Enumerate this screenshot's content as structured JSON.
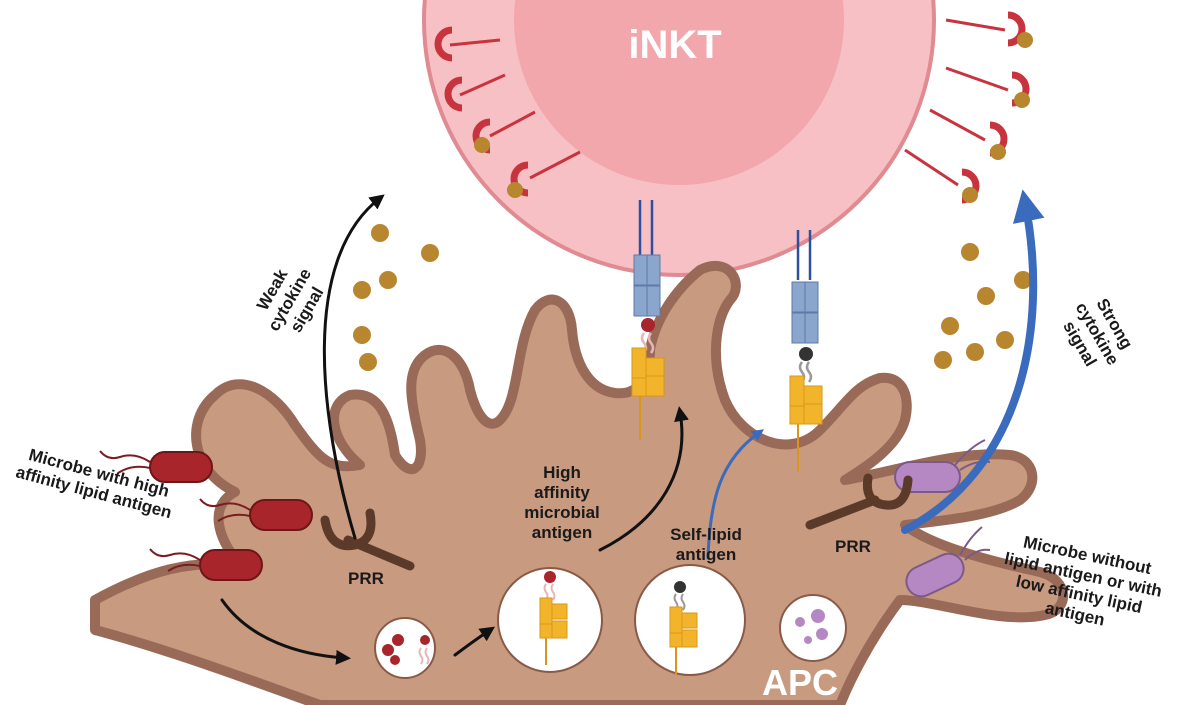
{
  "cell_labels": {
    "inkt": "iNKT",
    "apc": "APC"
  },
  "receptor_label": "PRR",
  "annotations": {
    "weak_signal": [
      "Weak",
      "cytokine",
      "signal"
    ],
    "strong_signal": [
      "Strong",
      "cytokine",
      "signal"
    ],
    "microbe_high": [
      "Microbe with high",
      "affinity lipid antigen"
    ],
    "high_affinity_antigen": [
      "High",
      "affinity",
      "microbial",
      "antigen"
    ],
    "self_lipid": [
      "Self-lipid",
      "antigen"
    ],
    "microbe_low": [
      "Microbe without",
      "lipid antigen or with",
      "low affinity lipid",
      "antigen"
    ]
  },
  "colors": {
    "inkt_outer": "#f7c0c4",
    "inkt_border": "#e08a92",
    "inkt_nucleus": "#f2a7ad",
    "apc_fill": "#c89a80",
    "apc_border": "#9a6a58",
    "cytokine": "#b8862e",
    "microbe_high": "#a8262b",
    "microbe_low": "#b588c4",
    "cd1d": "#f2b42a",
    "tcr": "#8aa6cc",
    "prr": "#5c3a2a",
    "receptor_red": "#c8343e",
    "arrow_black": "#111111",
    "arrow_blue": "#3a6bbd"
  }
}
